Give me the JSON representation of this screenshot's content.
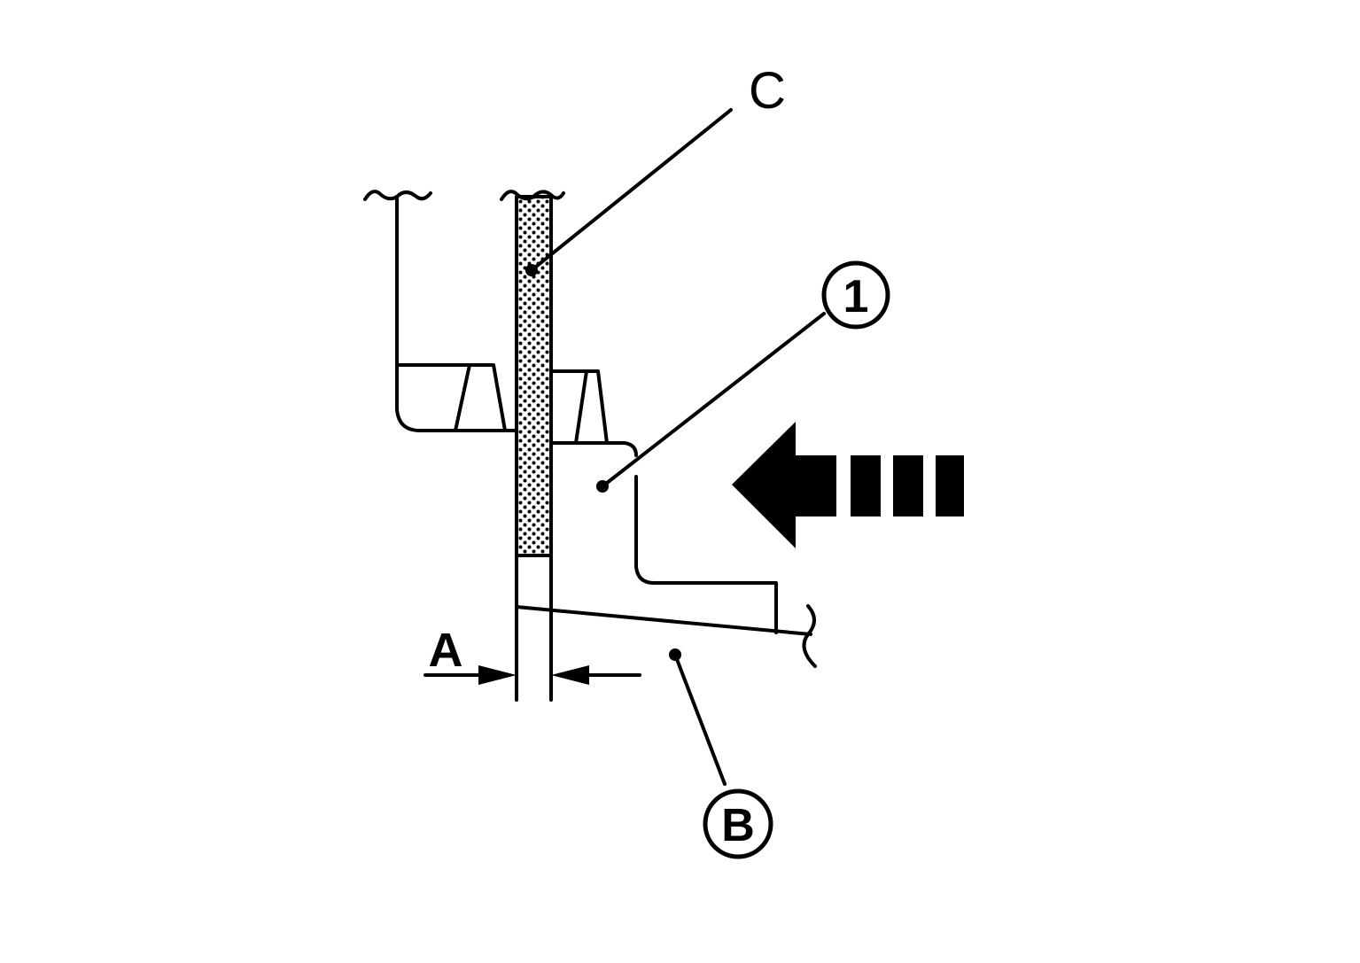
{
  "labels": {
    "c": "C",
    "a": "A",
    "one": "1",
    "b": "B"
  },
  "icons": {
    "direction_arrow": "dashed-left-arrow-icon"
  },
  "colors": {
    "ink": "#000000",
    "background": "#ffffff"
  }
}
